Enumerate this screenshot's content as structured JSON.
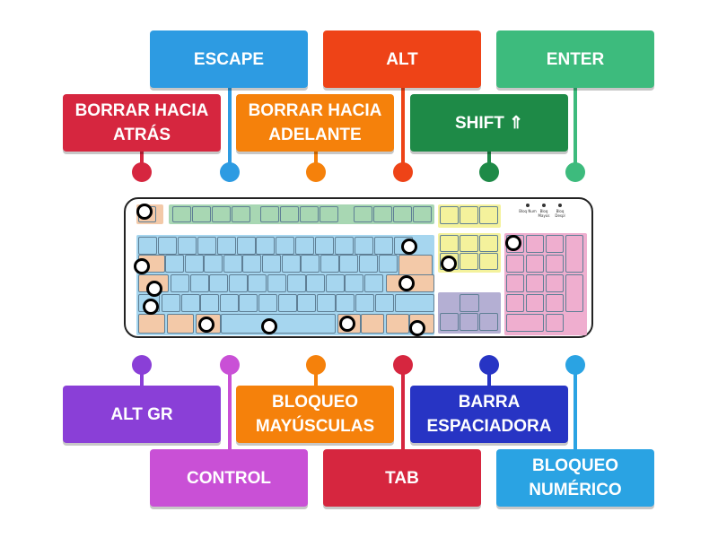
{
  "top_labels": [
    {
      "id": "escape",
      "text": "ESCAPE",
      "color": "#2d9be2"
    },
    {
      "id": "alt",
      "text": "ALT",
      "color": "#ee4317"
    },
    {
      "id": "enter",
      "text": "ENTER",
      "color": "#3dbb7d"
    },
    {
      "id": "borrar-hacia-atras",
      "text": "BORRAR HACIA ATRÁS",
      "color": "#d6263f"
    },
    {
      "id": "borrar-hacia-adelante",
      "text": "BORRAR HACIA ADELANTE",
      "color": "#f5810b"
    },
    {
      "id": "shift",
      "text": "SHIFT ⇑",
      "color": "#1e8a47"
    }
  ],
  "bottom_labels": [
    {
      "id": "alt-gr",
      "text": "ALT GR",
      "color": "#8a3fd7"
    },
    {
      "id": "bloqueo-mayusculas",
      "text": "BLOQUEO MAYÚSCULAS",
      "color": "#f5810b"
    },
    {
      "id": "barra-espaciadora",
      "text": "BARRA ESPACIADORA",
      "color": "#2734c4"
    },
    {
      "id": "control",
      "text": "CONTROL",
      "color": "#c950d6"
    },
    {
      "id": "tab",
      "text": "TAB",
      "color": "#d6263f"
    },
    {
      "id": "bloqueo-numerico",
      "text": "BLOQUEO NUMÉRICO",
      "color": "#2aa3e3"
    }
  ],
  "keyboard": {
    "zone_colors": {
      "escape": "#f3c9a8",
      "function_keys": "#a8d7b3",
      "typing_keys": "#a6d6ef",
      "special_keys": "#f3c9a8",
      "editing_keys": "#f4f29c",
      "arrow_keys": "#b4afd3",
      "numeric_pad": "#efaecf"
    },
    "led_labels": [
      "Bloq Num",
      "Bloq Mayús",
      "Bloq Despl"
    ]
  }
}
